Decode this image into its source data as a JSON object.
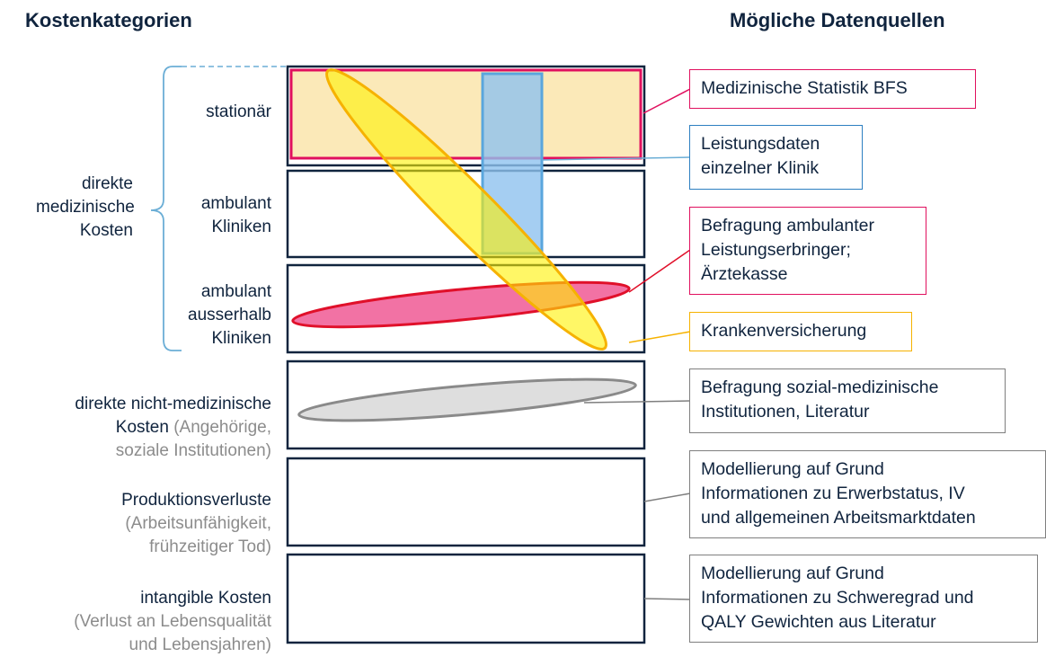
{
  "headers": {
    "left": "Kostenkategorien",
    "right": "Mögliche Datenquellen"
  },
  "categories": {
    "group_label": "direkte\nmedizinische\nKosten",
    "stationaer": "stationär",
    "ambulant_kliniken": "ambulant\nKliniken",
    "ambulant_ausserhalb": "ambulant\nausserhalb\nKliniken",
    "nicht_medizinisch": {
      "main": "direkte nicht-medizinische\nKosten",
      "sub": " (Angehörige,\nsoziale Institutionen)"
    },
    "produktion": {
      "main": "Produktionsverluste",
      "sub": "\n(Arbeitsunfähigkeit,\nfrühzeitiger Tod)"
    },
    "intangibel": {
      "main": "intangible  Kosten",
      "sub": "\n(Verlust an Lebensqualität\nund Lebensjahren)"
    }
  },
  "sources": {
    "medstat": "Medizinische Statistik BFS",
    "leistungsdaten": "Leistungsdaten\neinzelner Klinik",
    "befragung_ambulant": "Befragung ambulanter\nLeistungserbringer;\nÄrztekasse",
    "krankenversicherung": "Krankenversicherung",
    "befragung_sozial": "Befragung sozial-medizinische\nInstitutionen, Literatur",
    "modell_erwerb": "Modellierung  auf Grund\nInformationen zu Erwerbstatus, IV\nund allgemeinen  Arbeitsmarktdaten",
    "modell_qaly": "Modellierung  auf Grund\nInformationen zu Schweregrad und\nQALY Gewichten aus Literatur"
  },
  "colors": {
    "navy": "#10243e",
    "magenta": "#e0105e",
    "blue": "#2d7fc1",
    "red": "#e0102a",
    "orange": "#f6b200",
    "gray": "#7f7f7f",
    "lightblue_brace": "#6baed6"
  }
}
